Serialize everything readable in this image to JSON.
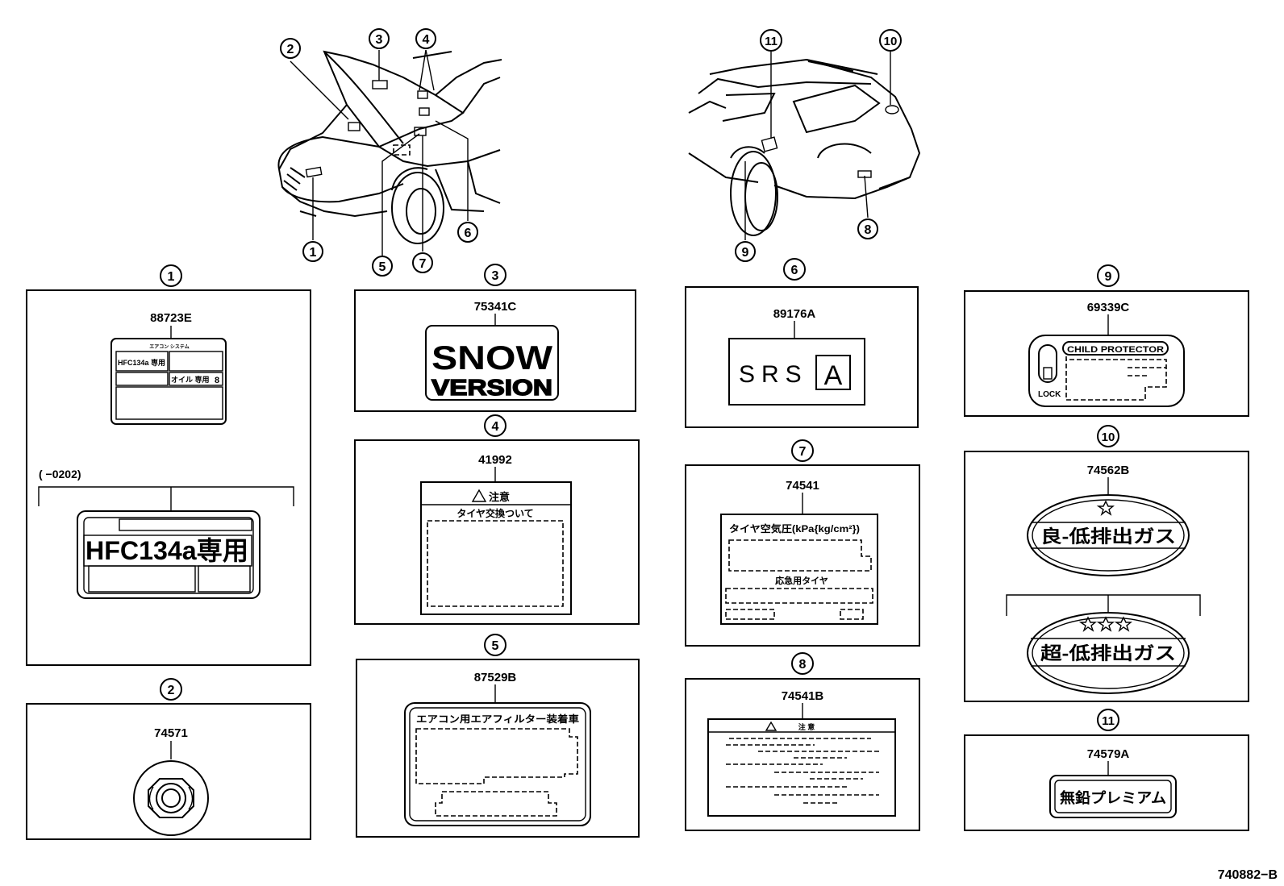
{
  "callouts": {
    "c1": "1",
    "c2": "2",
    "c3": "3",
    "c4": "4",
    "c5": "5",
    "c6": "6",
    "c7": "7",
    "c8": "8",
    "c9": "9",
    "c10": "10",
    "c11": "11"
  },
  "panel1": {
    "part_top": "88723E",
    "label_head": "エアコン システム",
    "label_row1": "HFC134a 専用",
    "label_row2": "オイル 専用",
    "label_row2_val": "8",
    "range": "(        −0202)",
    "hfc_text": "HFC134a専用"
  },
  "panel2": {
    "part": "74571"
  },
  "panel3": {
    "part": "75341C",
    "line1": "SNOW",
    "line2": "VERSION"
  },
  "panel4": {
    "part": "41992",
    "title": "注意",
    "subtitle": "タイヤ交換ついて"
  },
  "panel5": {
    "part": "87529B",
    "title": "エアコン用エアフィルター装着車"
  },
  "panel6": {
    "part": "89176A",
    "text": "SRS",
    "box": "A"
  },
  "panel7": {
    "part": "74541",
    "title": "タイヤ空気圧(kPa{kg/cm²})",
    "sub": "応急用タイヤ"
  },
  "panel8": {
    "part": "74541B",
    "title": "注 意"
  },
  "panel9": {
    "part": "69339C",
    "title": "CHILD PROTECTOR",
    "lock": "LOCK"
  },
  "panel10": {
    "part": "74562B",
    "label_a": "良-低排出ガス",
    "label_b": "超-低排出ガス"
  },
  "panel11": {
    "part": "74579A",
    "text": "無鉛プレミアム"
  },
  "drawing_id": "740882−B"
}
